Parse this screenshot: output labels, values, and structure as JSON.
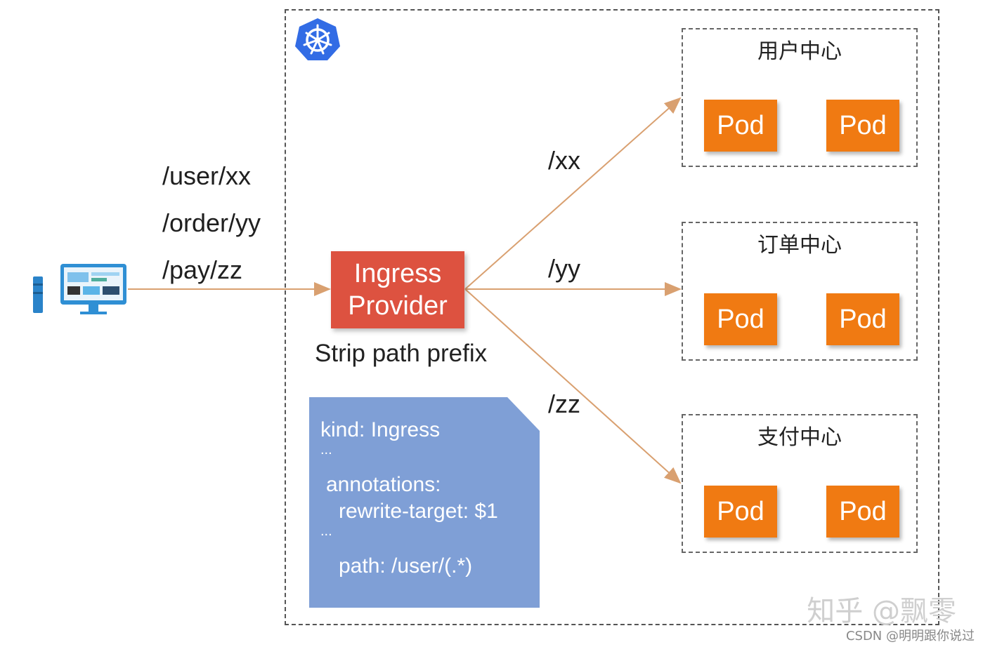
{
  "client": {
    "paths": [
      "/user/xx",
      "/order/yy",
      "/pay/zz"
    ]
  },
  "ingress": {
    "title_line1": "Ingress",
    "title_line2": "Provider",
    "caption": "Strip path prefix"
  },
  "routes": [
    "/xx",
    "/yy",
    "/zz"
  ],
  "yaml": {
    "lines": [
      "kind: Ingress",
      "...",
      "annotations:",
      "rewrite-target: $1",
      "...",
      "path: /user/(.*)"
    ]
  },
  "services": [
    {
      "name": "用户中心",
      "pods": [
        "Pod",
        "Pod"
      ]
    },
    {
      "name": "订单中心",
      "pods": [
        "Pod",
        "Pod"
      ]
    },
    {
      "name": "支付中心",
      "pods": [
        "Pod",
        "Pod"
      ]
    }
  ],
  "watermark": {
    "main": "知乎 @飘零",
    "sub": "CSDN @明明跟你说过"
  },
  "colors": {
    "ingress": "#dd5240",
    "pod": "#f07a12",
    "yaml_card": "#7f9fd6",
    "arrow": "#d9a070",
    "k8s_logo": "#326ce5"
  },
  "icons": {
    "client": "computer-icon",
    "cluster": "kubernetes-logo-icon"
  }
}
